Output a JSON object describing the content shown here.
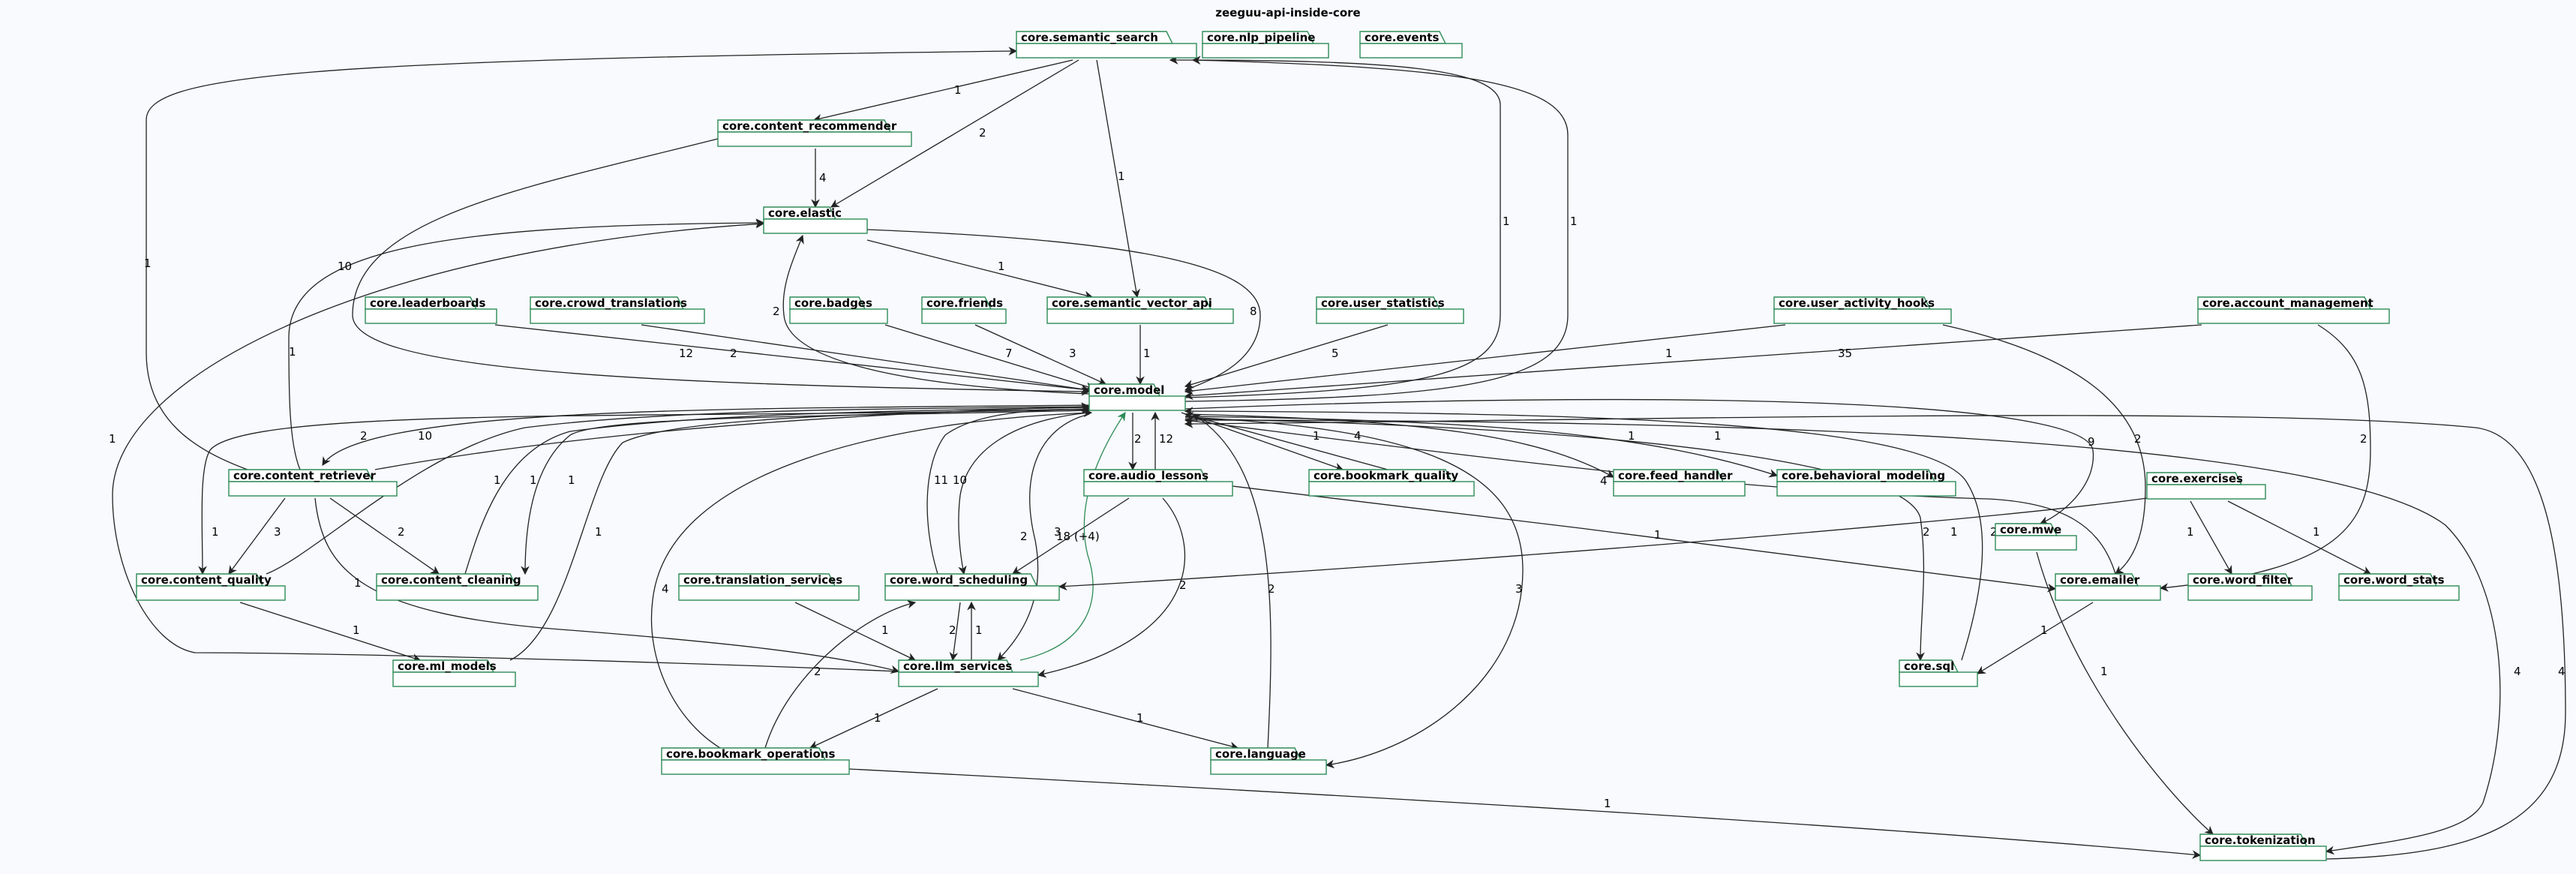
{
  "title": "zeeguu-api-inside-core",
  "colors": {
    "background": "#f8fafe",
    "package_border": "#2e8b57",
    "edge": "#222222",
    "highlight_edge": "#2e8b57"
  },
  "packages": {
    "semantic_search": "core.semantic_search",
    "nlp_pipeline": "core.nlp_pipeline",
    "events": "core.events",
    "content_recommender": "core.content_recommender",
    "elastic": "core.elastic",
    "leaderboards": "core.leaderboards",
    "crowd_translations": "core.crowd_translations",
    "badges": "core.badges",
    "friends": "core.friends",
    "semantic_vector_api": "core.semantic_vector_api",
    "user_statistics": "core.user_statistics",
    "user_activity_hooks": "core.user_activity_hooks",
    "account_management": "core.account_management",
    "model": "core.model",
    "content_retriever": "core.content_retriever",
    "audio_lessons": "core.audio_lessons",
    "bookmark_quality": "core.bookmark_quality",
    "feed_handler": "core.feed_handler",
    "behavioral_modeling": "core.behavioral_modeling",
    "exercises": "core.exercises",
    "content_quality": "core.content_quality",
    "content_cleaning": "core.content_cleaning",
    "translation_services": "core.translation_services",
    "word_scheduling": "core.word_scheduling",
    "mwe": "core.mwe",
    "emailer": "core.emailer",
    "word_filter": "core.word_filter",
    "word_stats": "core.word_stats",
    "ml_models": "core.ml_models",
    "llm_services": "core.llm_services",
    "sql": "core.sql",
    "bookmark_operations": "core.bookmark_operations",
    "language": "core.language",
    "tokenization": "core.tokenization"
  },
  "edges": [
    {
      "id": "ss_cr",
      "label": "1"
    },
    {
      "id": "ss_el",
      "label": "2"
    },
    {
      "id": "ss_sva",
      "label": "1"
    },
    {
      "id": "cr_el",
      "label": "4"
    },
    {
      "id": "cr_model",
      "label": "10"
    },
    {
      "id": "el_sva",
      "label": "1"
    },
    {
      "id": "el_model",
      "label": "8"
    },
    {
      "id": "model_el",
      "label": "2"
    },
    {
      "id": "lb_model",
      "label": "12"
    },
    {
      "id": "ct_model",
      "label": "2"
    },
    {
      "id": "bd_model",
      "label": "7"
    },
    {
      "id": "fr_model",
      "label": "3"
    },
    {
      "id": "sva_model",
      "label": "1"
    },
    {
      "id": "us_model",
      "label": "5"
    },
    {
      "id": "uah_model",
      "label": "1"
    },
    {
      "id": "am_model",
      "label": "35"
    },
    {
      "id": "model_ss1",
      "label": "1"
    },
    {
      "id": "model_ss2",
      "label": "1"
    },
    {
      "id": "cret_ss",
      "label": "1"
    },
    {
      "id": "cret_el",
      "label": "1"
    },
    {
      "id": "model_cret",
      "label": "2"
    },
    {
      "id": "cret_model",
      "label": "10"
    },
    {
      "id": "cret_cq",
      "label": "3"
    },
    {
      "id": "cret_cc",
      "label": "2"
    },
    {
      "id": "cret_llm",
      "label": "1"
    },
    {
      "id": "model_cq",
      "label": "1"
    },
    {
      "id": "cq_model",
      "label": "1"
    },
    {
      "id": "cc_model",
      "label": "1"
    },
    {
      "id": "model_cc",
      "label": "1"
    },
    {
      "id": "ml_model",
      "label": "1"
    },
    {
      "id": "cq_ml",
      "label": "1"
    },
    {
      "id": "llm_el",
      "label": "1"
    },
    {
      "id": "model_al",
      "label": "2"
    },
    {
      "id": "al_model",
      "label": "12"
    },
    {
      "id": "al_ws",
      "label": "3"
    },
    {
      "id": "al_llm",
      "label": "2"
    },
    {
      "id": "al_emailer",
      "label": "1"
    },
    {
      "id": "model_bq",
      "label": "1"
    },
    {
      "id": "bq_model",
      "label": "4"
    },
    {
      "id": "model_fh",
      "label": "1"
    },
    {
      "id": "model_bm",
      "label": "1"
    },
    {
      "id": "ws_model",
      "label": "11"
    },
    {
      "id": "model_ws",
      "label": "10"
    },
    {
      "id": "ws_llm",
      "label": "2"
    },
    {
      "id": "llm_ws",
      "label": "1"
    },
    {
      "id": "model_llm",
      "label": "2"
    },
    {
      "id": "llm_model",
      "label": "18 (+4)"
    },
    {
      "id": "ts_llm",
      "label": "1"
    },
    {
      "id": "bo_model",
      "label": "4"
    },
    {
      "id": "bo_ws",
      "label": "2"
    },
    {
      "id": "llm_bo",
      "label": "1"
    },
    {
      "id": "llm_lang",
      "label": "1"
    },
    {
      "id": "lang_model",
      "label": "2"
    },
    {
      "id": "model_lang",
      "label": "3"
    },
    {
      "id": "bo_tok",
      "label": "1"
    },
    {
      "id": "model_mwe",
      "label": "9"
    },
    {
      "id": "mwe_tok",
      "label": "1"
    },
    {
      "id": "emailer_model",
      "label": "4"
    },
    {
      "id": "model_sql",
      "label": "2"
    },
    {
      "id": "sql_model",
      "label": "2"
    },
    {
      "id": "emailer_sql",
      "label": "1"
    },
    {
      "id": "ex_ws",
      "label": "1"
    },
    {
      "id": "ex_wf",
      "label": "1"
    },
    {
      "id": "ex_wst",
      "label": "1"
    },
    {
      "id": "uah_emailer",
      "label": "2"
    },
    {
      "id": "am_emailer",
      "label": "2"
    },
    {
      "id": "model_tok",
      "label": "4"
    },
    {
      "id": "tok_model",
      "label": "4"
    }
  ]
}
